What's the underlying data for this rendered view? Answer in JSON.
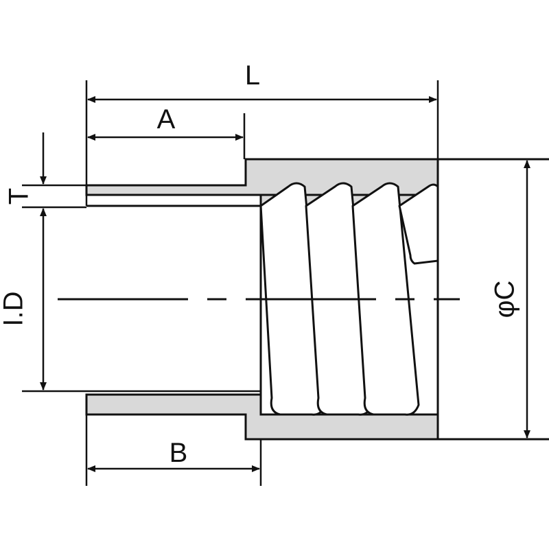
{
  "dimensions": {
    "overall_length": "L",
    "socket_depth_top": "A",
    "socket_depth_bottom": "B",
    "wall_thickness": "T",
    "inner_diameter": "I.D",
    "outer_diameter": "φC"
  },
  "colors": {
    "line": "#111111",
    "section_fill": "#d9d9d9",
    "background": "#ffffff"
  }
}
